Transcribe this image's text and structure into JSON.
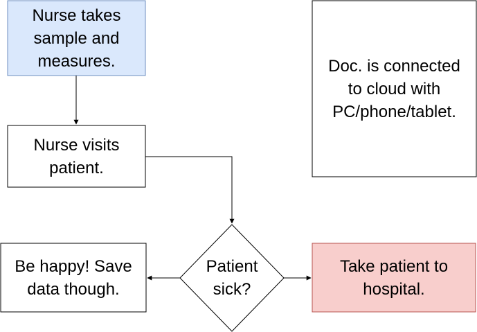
{
  "nodes": {
    "nurse_sample": {
      "label": "Nurse takes\nsample and\nmeasures.",
      "fill": "#dae8fc",
      "stroke": "#6c8ebf"
    },
    "doc_cloud": {
      "label": "Doc. is connected\nto cloud with\nPC/phone/tablet.",
      "fill": "#ffffff",
      "stroke": "#000000"
    },
    "nurse_visit": {
      "label": "Nurse visits\npatient.",
      "fill": "#ffffff",
      "stroke": "#000000"
    },
    "patient_sick": {
      "label": "Patient\nsick?",
      "fill": "#ffffff",
      "stroke": "#000000"
    },
    "be_happy": {
      "label": "Be happy! Save\ndata though.",
      "fill": "#ffffff",
      "stroke": "#000000"
    },
    "hospital": {
      "label": "Take patient to\nhospital.",
      "fill": "#f8cecc",
      "stroke": "#b85450"
    }
  },
  "edge_color": "#000000"
}
